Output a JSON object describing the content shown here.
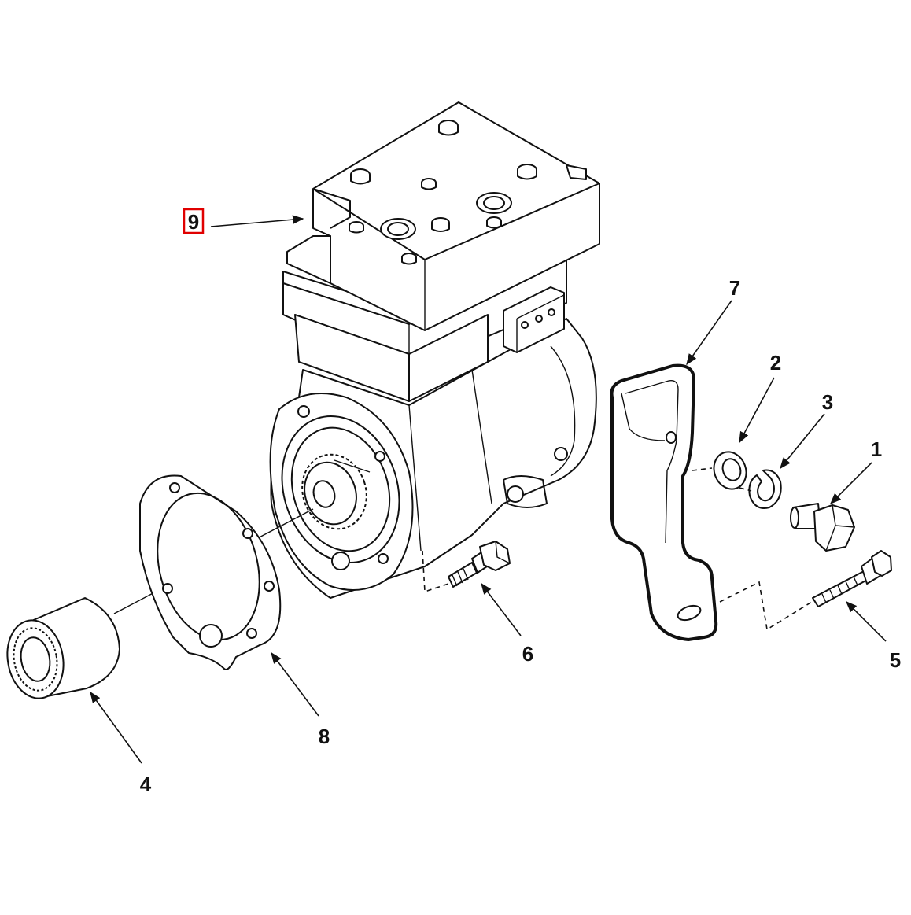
{
  "callouts": [
    {
      "id": "1",
      "label": "1"
    },
    {
      "id": "2",
      "label": "2"
    },
    {
      "id": "3",
      "label": "3"
    },
    {
      "id": "4",
      "label": "4"
    },
    {
      "id": "5",
      "label": "5"
    },
    {
      "id": "6",
      "label": "6"
    },
    {
      "id": "7",
      "label": "7"
    },
    {
      "id": "8",
      "label": "8"
    },
    {
      "id": "9",
      "label": "9",
      "highlighted": true
    }
  ],
  "colors": {
    "line": "#111111",
    "background": "#ffffff",
    "highlight_box": "#e00000"
  }
}
